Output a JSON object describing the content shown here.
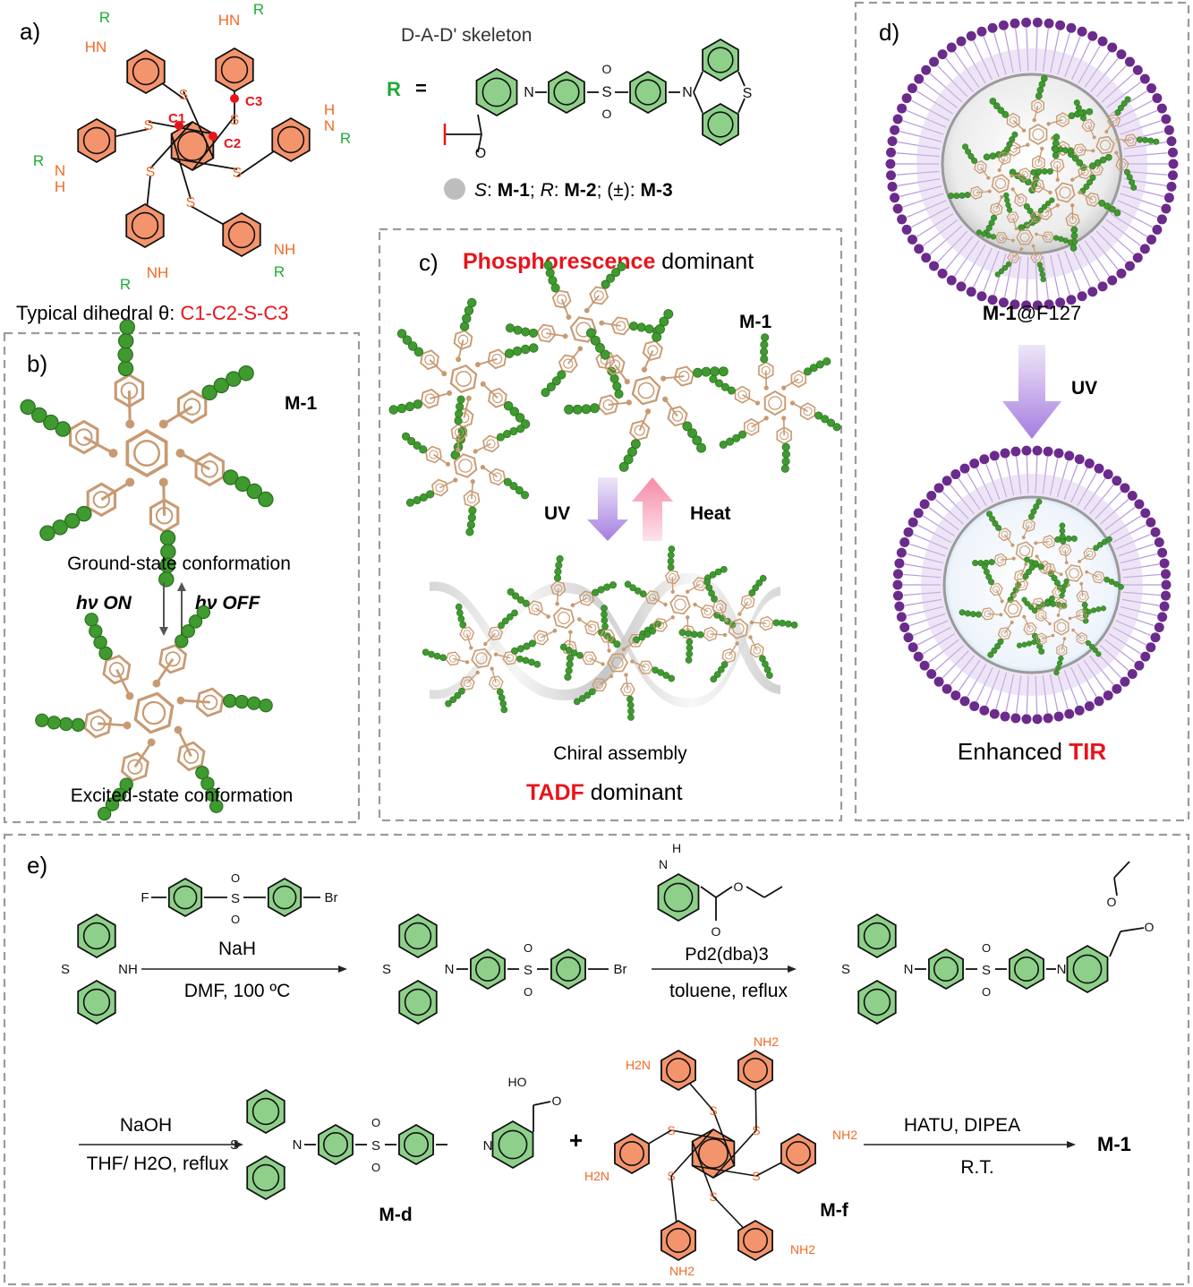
{
  "panels": {
    "a": {
      "label": "a)",
      "dihedral_label": "Typical dihedral θ: ",
      "dihedral_atoms": "C1-C2-S-C3",
      "atom_c1": "C1",
      "atom_c2": "C2",
      "atom_c3": "C3",
      "hn": "HN",
      "nh": "NH",
      "h": "H",
      "n": "N",
      "s": "S",
      "r": "R",
      "skeleton_title": "D-A-D' skeleton",
      "r_symbol": "R",
      "equals": "=",
      "o": "O",
      "stereo_s": "S",
      "stereo_r": "R",
      "m1": "M-1",
      "m2": "M-2",
      "m3": "M-3",
      "sep": ";",
      "racemic": "(±):",
      "colon": ":"
    },
    "b": {
      "label": "b)",
      "molecule": "M-1",
      "ground_state": "Ground-state  conformation",
      "excited_state": "Excited-state conformation",
      "hv_on": "hν ON",
      "hv_off": "hν  OFF"
    },
    "c": {
      "label": "c)",
      "phos": "Phosphorescence",
      "dominant": " dominant",
      "molecule": "M-1",
      "uv": "UV",
      "heat": "Heat",
      "chiral": "Chiral assembly",
      "tadf": "TADF",
      "tadf_dominant": " dominant"
    },
    "d": {
      "label": "d)",
      "micelle": "M-1",
      "micelle_suffix": "@F127",
      "uv": "UV",
      "enhanced": "Enhanced ",
      "tir": "TIR"
    },
    "e": {
      "label": "e)",
      "step1_reagent": "NaH",
      "step1_cond": "DMF, 100 ºC",
      "step2_reagent": "Pd2(dba)3",
      "step2_cond": "toluene,  reflux",
      "step3_reagent": "NaOH",
      "step3_cond": "THF/ H2O,  reflux",
      "step4_reagent": "HATU,  DIPEA",
      "step4_cond": "R.T.",
      "product": "M-1",
      "md": "M-d",
      "mf": "M-f",
      "plus": "+",
      "f": "F",
      "br": "Br",
      "nh": "NH",
      "n": "N",
      "h": "H",
      "s": "S",
      "o": "O",
      "ho": "HO",
      "nh2": "NH2",
      "h2n": "H2N"
    }
  },
  "colors": {
    "green_ring": "#8ed08a",
    "orange_ring": "#f4946c",
    "red_text": "#e8141c",
    "green_text": "#1faa38",
    "orange_text": "#f06a26",
    "purple_dark": "#6b2b8c",
    "lavender": "#d8c6ea",
    "tan": "#c89a72",
    "bead_green": "#3f9a2f",
    "panel_border": "#9b9b9b"
  }
}
